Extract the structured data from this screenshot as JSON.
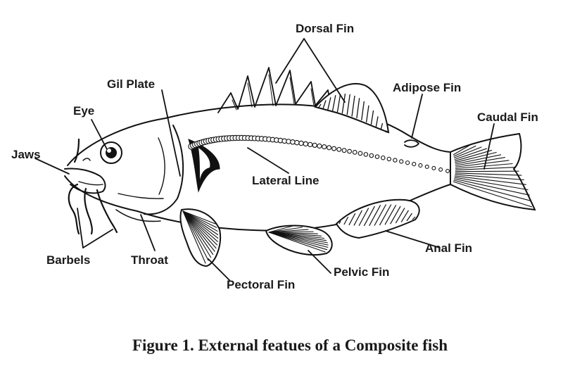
{
  "labels": {
    "dorsal_fin": "Dorsal Fin",
    "gil_plate": "Gil Plate",
    "adipose_fin": "Adipose Fin",
    "eye": "Eye",
    "caudal_fin": "Caudal Fin",
    "jaws": "Jaws",
    "lateral_line": "Lateral Line",
    "anal_fin": "Anal Fin",
    "barbels": "Barbels",
    "throat": "Throat",
    "pelvic_fin": "Pelvic Fin",
    "pectoral_fin": "Pectoral Fin"
  },
  "caption": "Figure 1. External featues of a  Composite fish"
}
